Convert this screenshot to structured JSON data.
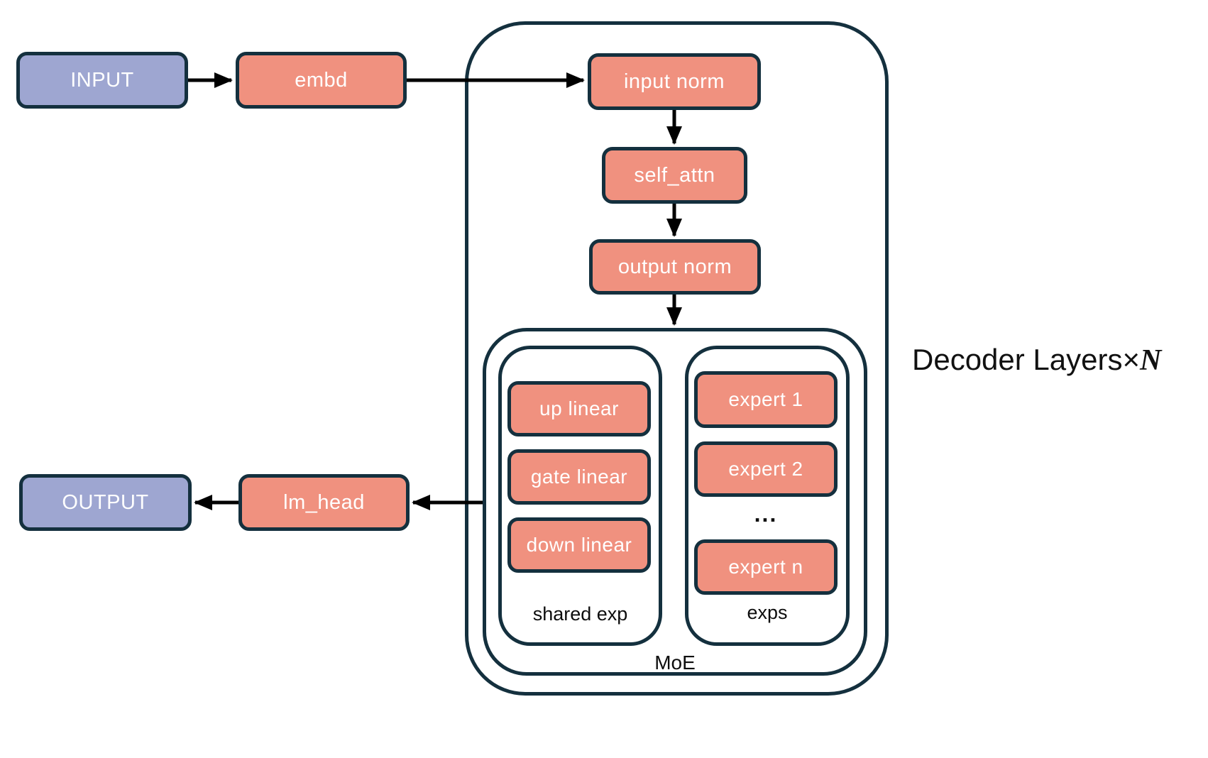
{
  "nodes": {
    "input": {
      "label": "INPUT"
    },
    "embd": {
      "label": "embd"
    },
    "input_norm": {
      "label": "input norm"
    },
    "self_attn": {
      "label": "self_attn"
    },
    "output_norm": {
      "label": "output norm"
    },
    "lm_head": {
      "label": "lm_head"
    },
    "output": {
      "label": "OUTPUT"
    }
  },
  "moe": {
    "label": "MoE",
    "shared_exp": {
      "label": "shared exp",
      "up_linear": "up linear",
      "gate_linear": "gate linear",
      "down_linear": "down linear"
    },
    "exps": {
      "label": "exps",
      "expert_1": "expert 1",
      "expert_2": "expert 2",
      "ellipsis": "...",
      "expert_n": "expert n"
    }
  },
  "caption": {
    "decoder_layers": "Decoder Layers×",
    "n": "N"
  },
  "colors": {
    "salmon": "#F0917F",
    "purple": "#9EA6D1",
    "outline": "#14303E",
    "arrow": "#000000"
  }
}
